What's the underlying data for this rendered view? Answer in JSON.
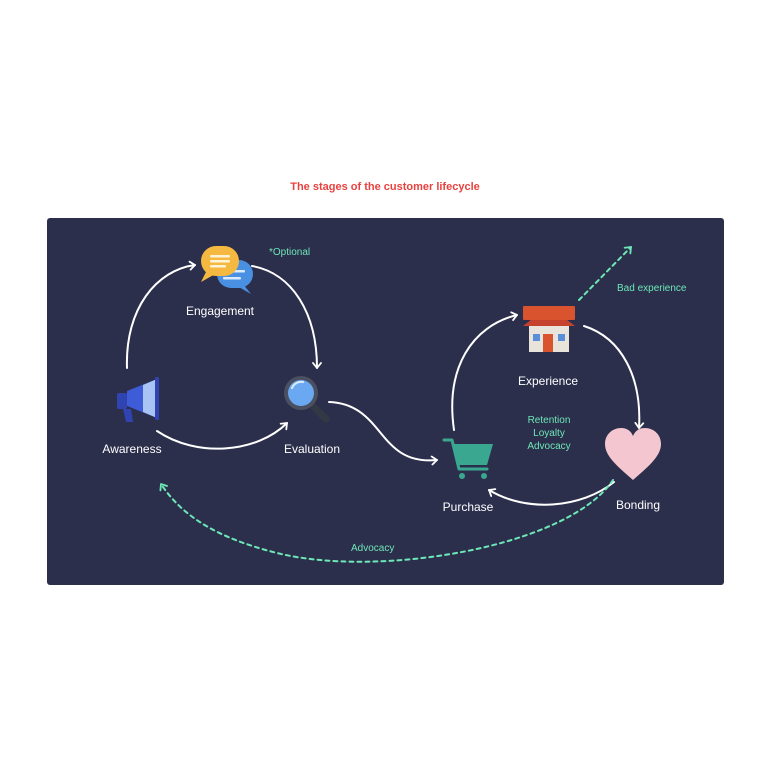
{
  "title": "The stages of the customer lifecycle",
  "stages": {
    "engagement": "Engagement",
    "awareness": "Awareness",
    "evaluation": "Evaluation",
    "experience": "Experience",
    "purchase": "Purchase",
    "bonding": "Bonding"
  },
  "notes": {
    "optional": "*Optional",
    "bad_experience": "Bad experience",
    "retention": "Retention",
    "loyalty": "Loyalty",
    "advocacy_list": "Advocacy",
    "advocacy_arrow": "Advocacy"
  },
  "colors": {
    "title": "#e8423f",
    "panel": "#2b2f4c",
    "text": "#ffffff",
    "accent": "#6ee7b7",
    "arrow": "#ffffff"
  },
  "icons": {
    "engagement": "chat-bubbles-icon",
    "awareness": "megaphone-icon",
    "evaluation": "magnifier-icon",
    "experience": "house-icon",
    "purchase": "shopping-cart-icon",
    "bonding": "heart-icon"
  }
}
